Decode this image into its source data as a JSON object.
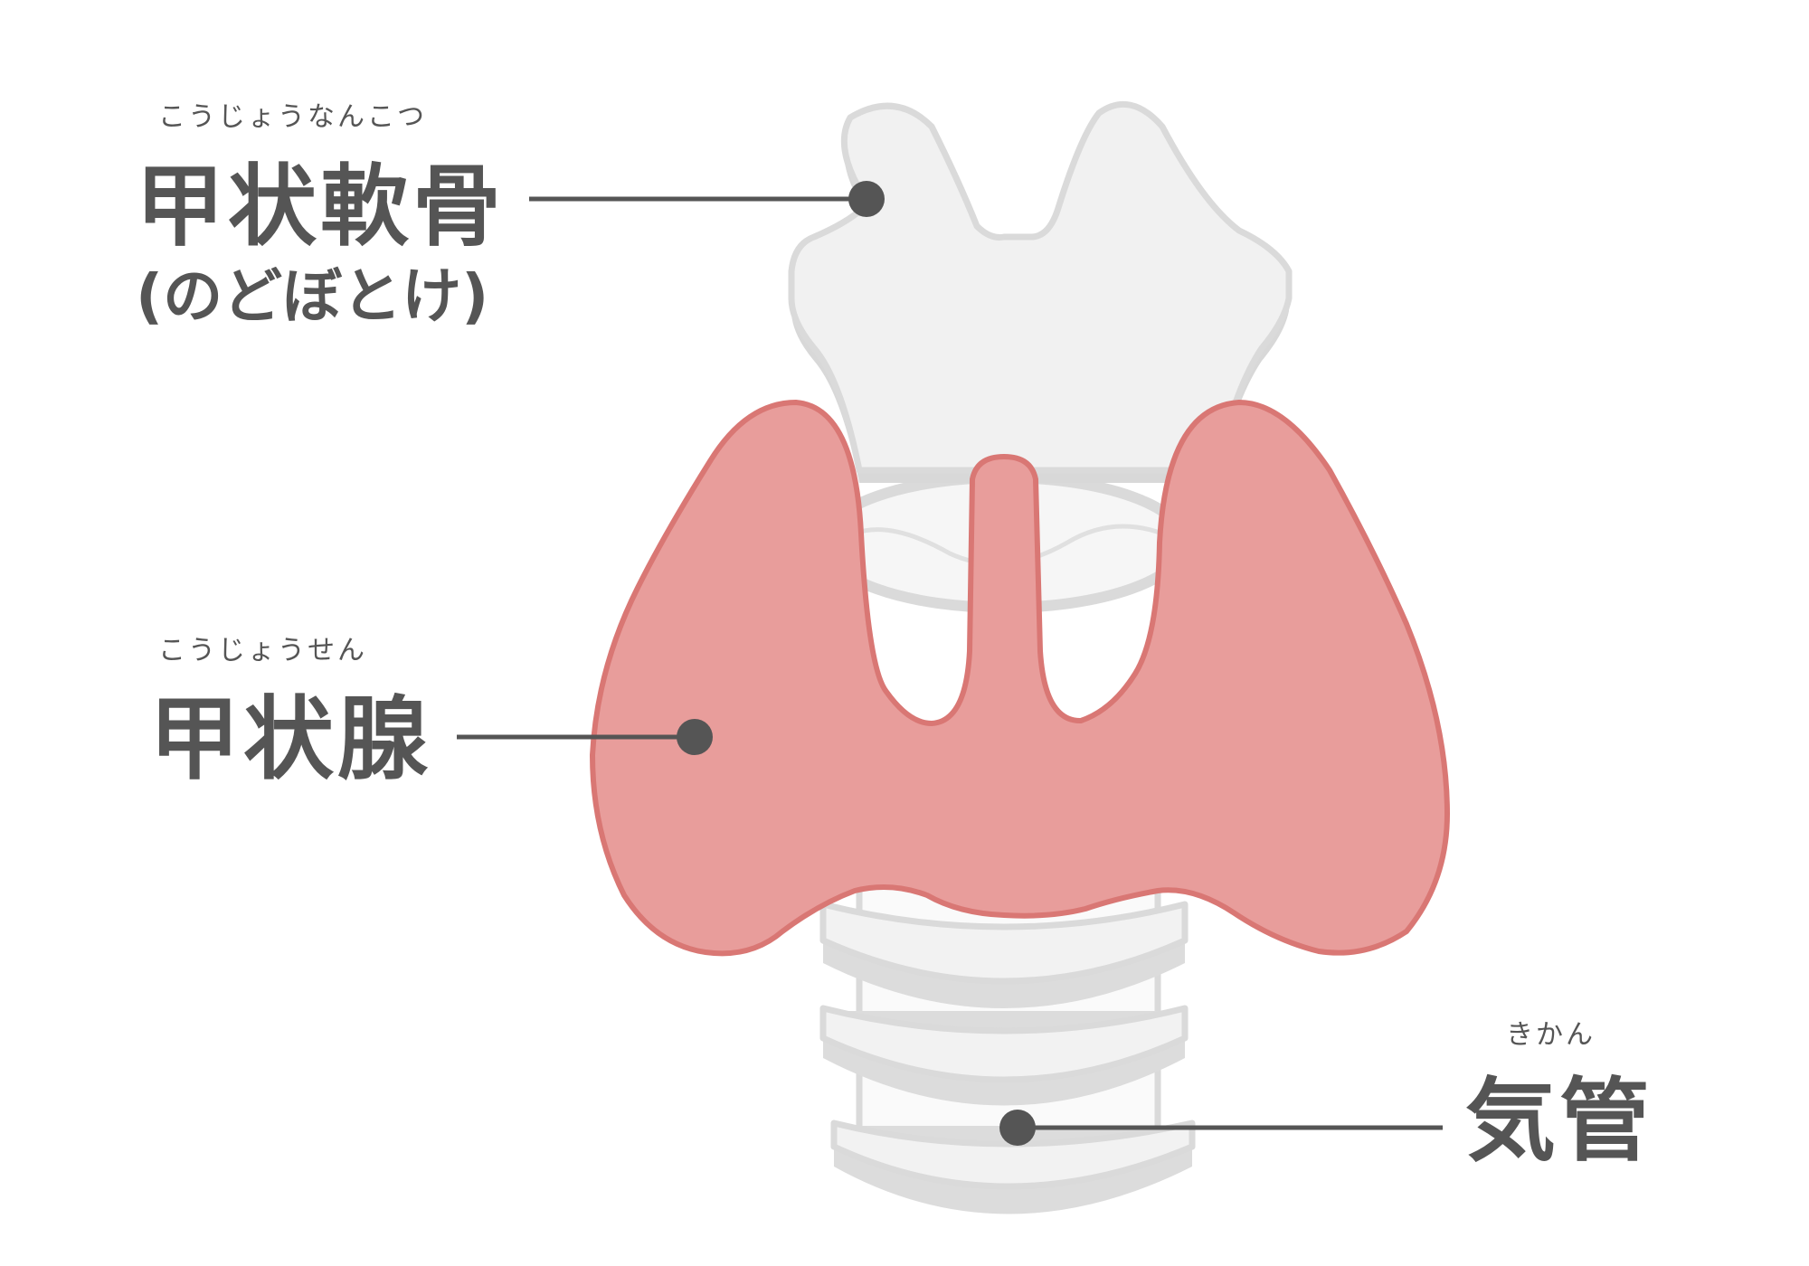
{
  "labels": {
    "thyroid_cartilage": {
      "ruby": "こうじょうなんこつ",
      "term": "甲状軟骨",
      "sub": "(のどぼとけ)"
    },
    "thyroid_gland": {
      "ruby": "こうじょうせん",
      "term": "甲状腺"
    },
    "trachea": {
      "ruby": "きかん",
      "term": "気管"
    }
  },
  "colors": {
    "text": "#555555",
    "leader": "#555555",
    "gland_fill": "#E89D9B",
    "gland_stroke": "#D97774",
    "cartilage_fill": "#F1F1F1",
    "cartilage_stroke": "#DADADA"
  }
}
